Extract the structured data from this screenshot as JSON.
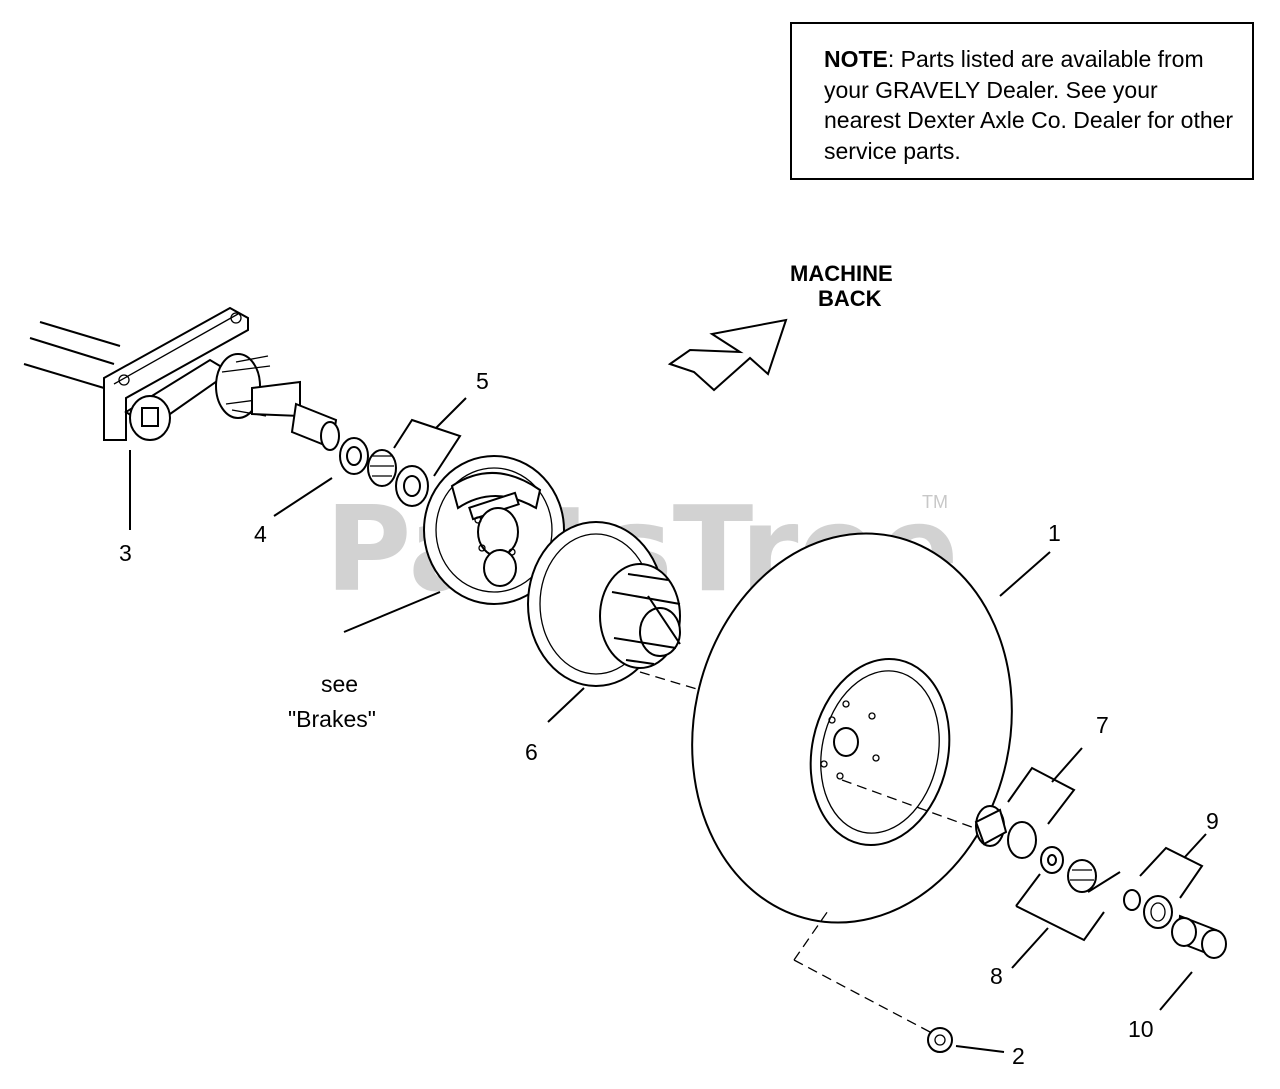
{
  "note": {
    "prefix": "NOTE",
    "text": ": Parts listed are available from your GRAVELY Dealer. See your nearest Dexter Axle Co. Dealer for other service parts."
  },
  "direction": {
    "line1": "MACHINE",
    "line2": "BACK"
  },
  "watermark": {
    "text": "PartsTree",
    "tm": "TM"
  },
  "reference": {
    "line1": "see",
    "line2": "\"Brakes\""
  },
  "callouts": {
    "c1": "1",
    "c2": "2",
    "c3": "3",
    "c4": "4",
    "c5": "5",
    "c6": "6",
    "c7": "7",
    "c8": "8",
    "c9": "9",
    "c10": "10"
  }
}
